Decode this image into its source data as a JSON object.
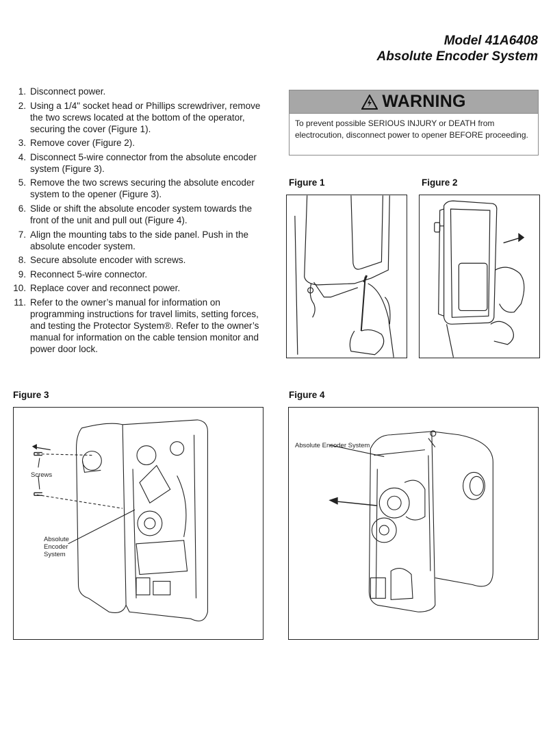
{
  "header": {
    "line1": "Model 41A6408",
    "line2": "Absolute Encoder System"
  },
  "steps": [
    {
      "num": "1.",
      "text": "Disconnect power."
    },
    {
      "num": "2.",
      "text": "Using a 1/4\" socket head or Phillips screwdriver, remove the two screws located at the bottom of the operator, securing the cover (Figure 1)."
    },
    {
      "num": "3.",
      "text": "Remove cover (Figure 2)."
    },
    {
      "num": "4.",
      "text": "Disconnect 5-wire connector from the absolute encoder system (Figure 3)."
    },
    {
      "num": "5.",
      "text": "Remove the two screws securing the absolute encoder system to the opener (Figure 3)."
    },
    {
      "num": "6.",
      "text": "Slide or shift the absolute encoder system towards the front of the unit and pull out (Figure 4)."
    },
    {
      "num": "7.",
      "text": "Align the mounting tabs to the side panel. Push in the absolute encoder system."
    },
    {
      "num": "8.",
      "text": "Secure absolute encoder with screws."
    },
    {
      "num": "9.",
      "text": "Reconnect 5-wire connector."
    },
    {
      "num": "10.",
      "text": "Replace cover and reconnect power."
    },
    {
      "num": "11.",
      "text": "Refer to the owner’s manual for information on programming instructions for travel limits, setting forces, and testing the Protector System®. Refer to the owner’s manual for information on the cable tension monitor and power door lock."
    }
  ],
  "warning": {
    "title": "WARNING",
    "icon": "warning-triangle-icon",
    "text": "To prevent possible SERIOUS INJURY or DEATH from electrocution, disconnect power to opener BEFORE proceeding."
  },
  "figures": {
    "fig1": {
      "label": "Figure 1"
    },
    "fig2": {
      "label": "Figure 2"
    },
    "fig3": {
      "label": "Figure 3",
      "callouts": {
        "screws": "Screws",
        "encoder": "Absolute Encoder System"
      }
    },
    "fig4": {
      "label": "Figure 4",
      "callouts": {
        "encoder": "Absolute Encoder System"
      }
    }
  }
}
